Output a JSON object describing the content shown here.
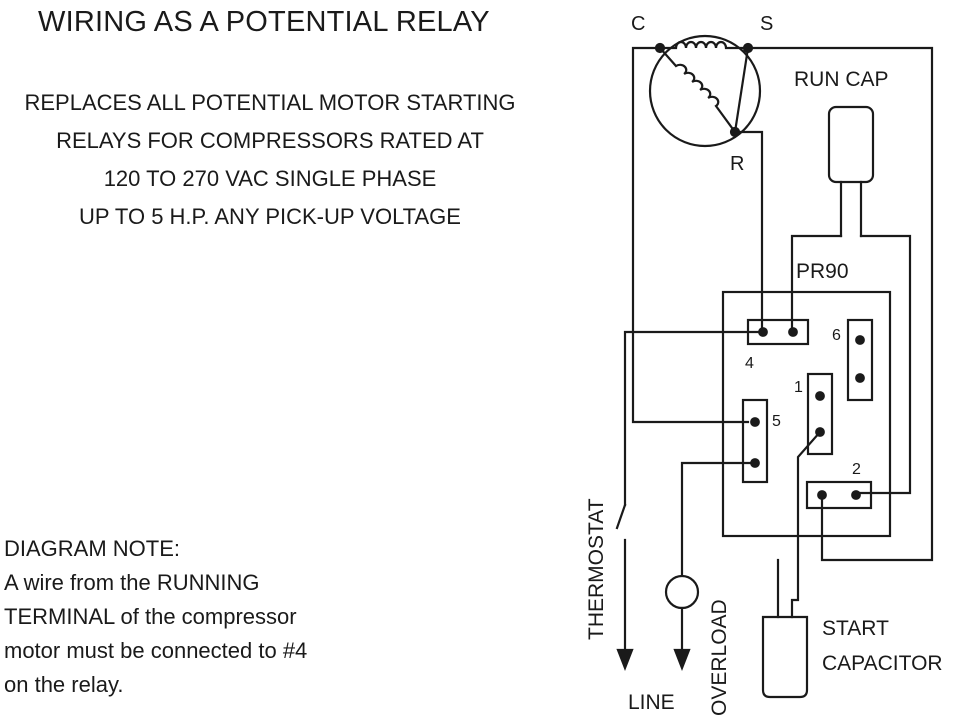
{
  "title": "WIRING AS A POTENTIAL  RELAY",
  "description": [
    "REPLACES ALL POTENTIAL MOTOR STARTING",
    "RELAYS FOR COMPRESSORS RATED AT",
    "120 TO 270 VAC SINGLE PHASE",
    "UP TO 5 H.P. ANY PICK-UP VOLTAGE"
  ],
  "note": {
    "heading": "DIAGRAM NOTE:",
    "lines": [
      "A wire from the RUNNING",
      "TERMINAL of the compressor",
      "motor must be connected to #4",
      "on the relay."
    ]
  },
  "diagram": {
    "motor_terminals": {
      "c": "C",
      "s": "S",
      "r": "R"
    },
    "run_cap": "RUN CAP",
    "relay": "PR90",
    "terminals": {
      "t4": "4",
      "t5": "5",
      "t6": "6",
      "t1": "1",
      "t2": "2"
    },
    "thermostat": "THERMOSTAT",
    "overload": "OVERLOAD",
    "line": "LINE",
    "start_capacitor": [
      "START",
      "CAPACITOR"
    ]
  }
}
